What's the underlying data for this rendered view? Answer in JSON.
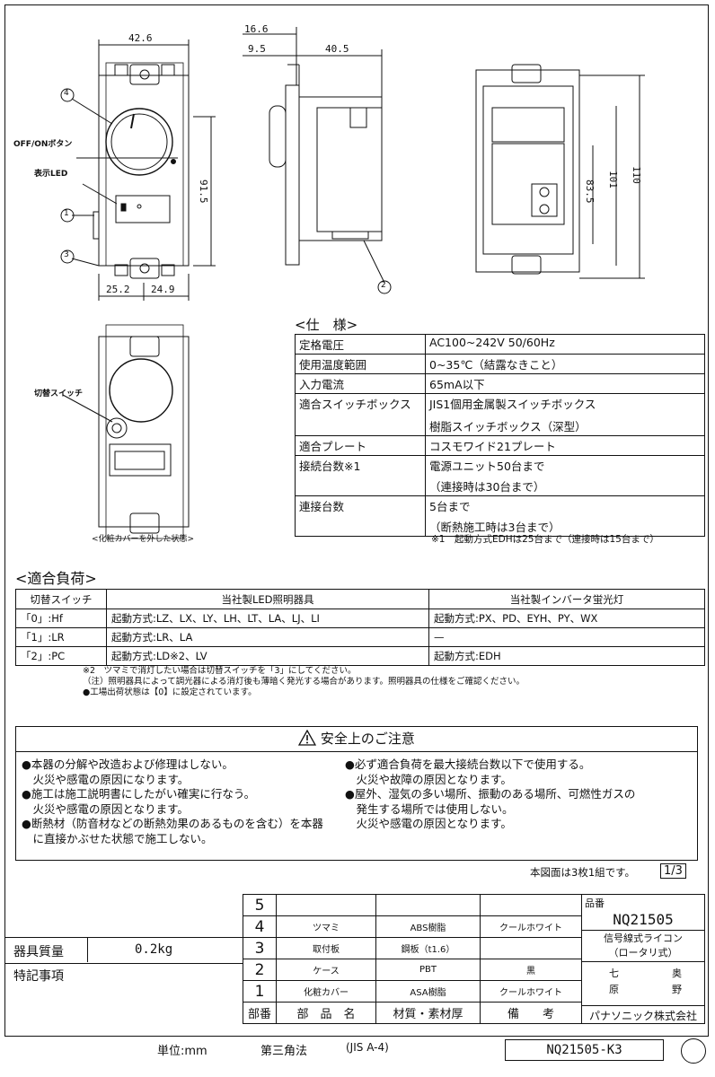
{
  "dims": {
    "front_width": "42.6",
    "side_16": "16.6",
    "side_9": "9.5",
    "side_40": "40.5",
    "height_91": "91.5",
    "left_25": "25.2",
    "right_24": "24.9",
    "back_83": "83.5",
    "back_101": "101",
    "back_110": "110"
  },
  "callouts": {
    "c4": "4",
    "c1": "1",
    "c3": "3",
    "c2": "2",
    "offon": "OFF/ONボタン",
    "led": "表示LED",
    "switch": "切替スイッチ",
    "caption": "<化粧カバーを外した状態>"
  },
  "spec": {
    "title": "<仕　様>",
    "rows": [
      {
        "k": "定格電圧",
        "v": "AC100~242V 50/60Hz"
      },
      {
        "k": "使用温度範囲",
        "v": "0~35℃（結露なきこと）"
      },
      {
        "k": "入力電流",
        "v": "65mA以下"
      },
      {
        "k": "適合スイッチボックス",
        "v": "JIS1個用金属製スイッチボックス",
        "v2": "樹脂スイッチボックス（深型）"
      },
      {
        "k": "適合プレート",
        "v": "コスモワイド21プレート"
      },
      {
        "k": "接続台数※1",
        "v": "電源ユニット50台まで",
        "v2": "（連接時は30台まで）"
      },
      {
        "k": "連接台数",
        "v": "5台まで",
        "v2": "（断熱施工時は3台まで）"
      }
    ],
    "footnote": "※1　起動方式EDHは25台まで（連接時は15台まで）"
  },
  "load": {
    "title": "<適合負荷>",
    "headers": [
      "切替スイッチ",
      "当社製LED照明器具",
      "当社製インバータ蛍光灯"
    ],
    "rows": [
      [
        "「0」:Hf",
        "起動方式:LZ、LX、LY、LH、LT、LA、LJ、LI",
        "起動方式:PX、PD、EYH、PY、WX"
      ],
      [
        "「1」:LR",
        "起動方式:LR、LA",
        "—"
      ],
      [
        "「2」:PC",
        "起動方式:LD※2、LV",
        "起動方式:EDH"
      ]
    ],
    "notes": [
      "※2　ツマミで消灯したい場合は切替スイッチを「3」にしてください。",
      "（注）照明器具によって調光器による消灯後も薄暗く発光する場合があります。照明器具の仕様をご確認ください。",
      "●工場出荷状態は【0】に設定されています。"
    ]
  },
  "safety": {
    "title": "安全上のご注意",
    "left": [
      "●本器の分解や改造および修理はしない。",
      "　火災や感電の原因になります。",
      "●施工は施工説明書にしたがい確実に行なう。",
      "　火災や感電の原因となります。",
      "●断熱材（防音材などの断熱効果のあるものを含む）を本器",
      "　に直接かぶせた状態で施工しない。"
    ],
    "right": [
      "●必ず適合負荷を最大接続台数以下で使用する。",
      "　火災や故障の原因となります。",
      "●屋外、湿気の多い場所、振動のある場所、可燃性ガスの",
      "　発生する場所では使用しない。",
      "　火災や感電の原因となります。"
    ]
  },
  "sheet": {
    "note": "本図面は3枚1組です。",
    "page": "1/3"
  },
  "titleblock": {
    "parts": [
      {
        "no": "5",
        "name": "",
        "mat": "",
        "note": ""
      },
      {
        "no": "4",
        "name": "ツマミ",
        "mat": "ABS樹脂",
        "note": "クールホワイト"
      },
      {
        "no": "3",
        "name": "取付板",
        "mat": "鋼板（t1.6）",
        "note": ""
      },
      {
        "no": "2",
        "name": "ケース",
        "mat": "PBT",
        "note": "黒"
      },
      {
        "no": "1",
        "name": "化粧カバー",
        "mat": "ASA樹脂",
        "note": "クールホワイト"
      }
    ],
    "head_no": "部番",
    "head_name": "部　品　名",
    "head_mat": "材質・素材厚",
    "head_note": "備　　考",
    "hinban_label": "品番",
    "hinban": "NQ21505",
    "product1": "信号線式ライコン",
    "product2": "（ロータリ式）",
    "sig_a1": "七",
    "sig_a2": "原",
    "sig_b1": "奥",
    "sig_b2": "野",
    "company": "パナソニック株式会社",
    "weight_label": "器具質量",
    "weight": "0.2kg",
    "special_label": "特記事項"
  },
  "footer": {
    "unit": "単位:mm",
    "projection": "第三角法",
    "jis": "(JIS A-4)",
    "drawing_no": "NQ21505-K3"
  }
}
